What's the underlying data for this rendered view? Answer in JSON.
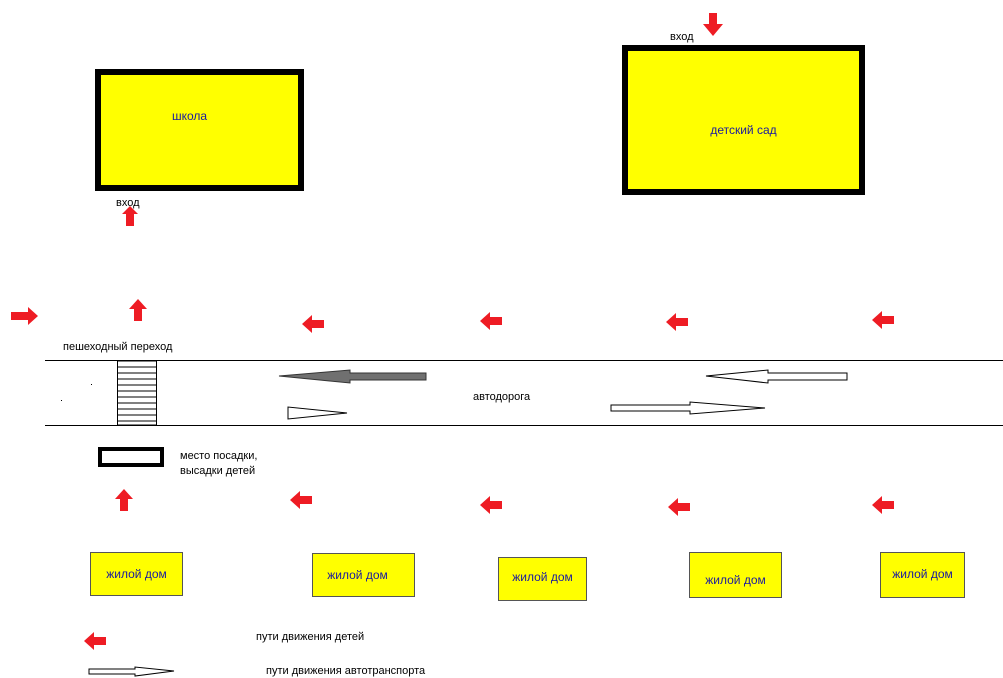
{
  "school": {
    "label": "школа",
    "entrance_label": "вход"
  },
  "kindergarten": {
    "label": "детский сад",
    "entrance_label": "вход"
  },
  "crosswalk": {
    "label": "пешеходный переход"
  },
  "road": {
    "label": "автодорога"
  },
  "stop": {
    "label_line1": "место посадки,",
    "label_line2": "высадки детей"
  },
  "houses": [
    {
      "label": "жилой дом"
    },
    {
      "label": "жилой дом"
    },
    {
      "label": "жилой дом"
    },
    {
      "label": "жилой дом"
    },
    {
      "label": "жилой дом"
    }
  ],
  "legend": {
    "children_paths": "пути движения детей",
    "vehicle_paths": "пути движения автотранспорта"
  },
  "colors": {
    "building_fill": "#ffff00",
    "building_border": "#000000",
    "house_text": "#1a1aa0",
    "child_arrow": "#ee1c24",
    "vehicle_arrow_filled": "#707070",
    "road_line": "#000000"
  },
  "icons": {
    "child_arrow": "red-arrow-icon",
    "vehicle_arrow": "outline-arrow-icon"
  }
}
